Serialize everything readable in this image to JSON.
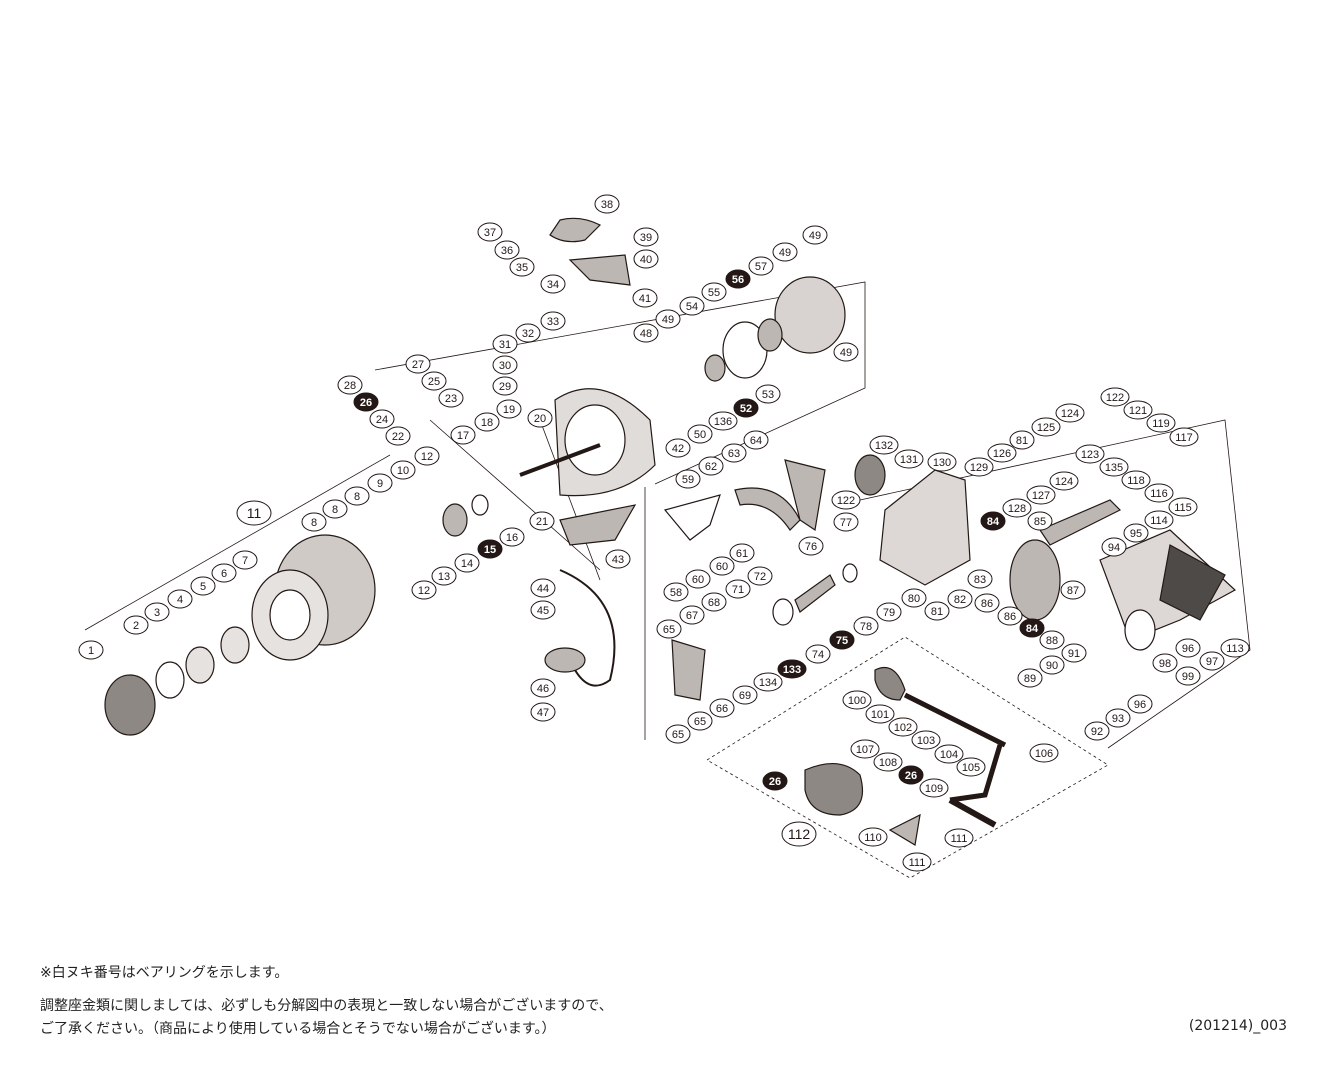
{
  "diagram": {
    "title": "Exploded parts diagram",
    "callouts": [
      {
        "n": "38"
      },
      {
        "n": "37"
      },
      {
        "n": "36"
      },
      {
        "n": "35"
      },
      {
        "n": "39"
      },
      {
        "n": "40"
      },
      {
        "n": "34"
      },
      {
        "n": "41"
      },
      {
        "n": "33"
      },
      {
        "n": "32"
      },
      {
        "n": "48"
      },
      {
        "n": "31"
      },
      {
        "n": "30"
      },
      {
        "n": "29"
      },
      {
        "n": "49"
      },
      {
        "n": "54"
      },
      {
        "n": "55"
      },
      {
        "n": "56",
        "filled": true
      },
      {
        "n": "57"
      },
      {
        "n": "49"
      },
      {
        "n": "49"
      },
      {
        "n": "49"
      },
      {
        "n": "27"
      },
      {
        "n": "28"
      },
      {
        "n": "25"
      },
      {
        "n": "26",
        "filled": true
      },
      {
        "n": "23"
      },
      {
        "n": "24"
      },
      {
        "n": "22"
      },
      {
        "n": "19"
      },
      {
        "n": "18"
      },
      {
        "n": "20"
      },
      {
        "n": "17"
      },
      {
        "n": "53"
      },
      {
        "n": "52",
        "filled": true
      },
      {
        "n": "136"
      },
      {
        "n": "50"
      },
      {
        "n": "42"
      },
      {
        "n": "12"
      },
      {
        "n": "10"
      },
      {
        "n": "9"
      },
      {
        "n": "8"
      },
      {
        "n": "8"
      },
      {
        "n": "8"
      },
      {
        "n": "11",
        "big": true
      },
      {
        "n": "21"
      },
      {
        "n": "16"
      },
      {
        "n": "15",
        "filled": true
      },
      {
        "n": "14"
      },
      {
        "n": "13"
      },
      {
        "n": "12"
      },
      {
        "n": "43"
      },
      {
        "n": "7"
      },
      {
        "n": "6"
      },
      {
        "n": "5"
      },
      {
        "n": "4"
      },
      {
        "n": "3"
      },
      {
        "n": "2"
      },
      {
        "n": "1"
      },
      {
        "n": "44"
      },
      {
        "n": "45"
      },
      {
        "n": "46"
      },
      {
        "n": "47"
      },
      {
        "n": "64"
      },
      {
        "n": "63"
      },
      {
        "n": "62"
      },
      {
        "n": "59"
      },
      {
        "n": "60"
      },
      {
        "n": "60"
      },
      {
        "n": "61"
      },
      {
        "n": "58"
      },
      {
        "n": "132"
      },
      {
        "n": "131"
      },
      {
        "n": "130"
      },
      {
        "n": "122"
      },
      {
        "n": "77"
      },
      {
        "n": "76"
      },
      {
        "n": "68"
      },
      {
        "n": "71"
      },
      {
        "n": "72"
      },
      {
        "n": "67"
      },
      {
        "n": "65"
      },
      {
        "n": "69"
      },
      {
        "n": "66"
      },
      {
        "n": "65"
      },
      {
        "n": "65"
      },
      {
        "n": "134"
      },
      {
        "n": "133",
        "filled": true
      },
      {
        "n": "74"
      },
      {
        "n": "75",
        "filled": true
      },
      {
        "n": "78"
      },
      {
        "n": "79"
      },
      {
        "n": "80"
      },
      {
        "n": "81"
      },
      {
        "n": "82"
      },
      {
        "n": "83"
      },
      {
        "n": "84",
        "filled": true
      },
      {
        "n": "86"
      },
      {
        "n": "86"
      },
      {
        "n": "84",
        "filled": true
      },
      {
        "n": "85"
      },
      {
        "n": "128"
      },
      {
        "n": "127"
      },
      {
        "n": "126"
      },
      {
        "n": "129"
      },
      {
        "n": "81"
      },
      {
        "n": "125"
      },
      {
        "n": "124"
      },
      {
        "n": "124"
      },
      {
        "n": "122"
      },
      {
        "n": "121"
      },
      {
        "n": "119"
      },
      {
        "n": "117"
      },
      {
        "n": "123"
      },
      {
        "n": "135"
      },
      {
        "n": "118"
      },
      {
        "n": "116"
      },
      {
        "n": "115"
      },
      {
        "n": "114"
      },
      {
        "n": "95"
      },
      {
        "n": "94"
      },
      {
        "n": "87"
      },
      {
        "n": "88"
      },
      {
        "n": "91"
      },
      {
        "n": "90"
      },
      {
        "n": "89"
      },
      {
        "n": "96"
      },
      {
        "n": "97"
      },
      {
        "n": "113"
      },
      {
        "n": "98"
      },
      {
        "n": "99"
      },
      {
        "n": "96"
      },
      {
        "n": "93"
      },
      {
        "n": "92"
      },
      {
        "n": "100"
      },
      {
        "n": "101"
      },
      {
        "n": "102"
      },
      {
        "n": "103"
      },
      {
        "n": "104"
      },
      {
        "n": "105"
      },
      {
        "n": "106"
      },
      {
        "n": "107"
      },
      {
        "n": "108"
      },
      {
        "n": "26",
        "filled": true
      },
      {
        "n": "26",
        "filled": true
      },
      {
        "n": "109"
      },
      {
        "n": "112",
        "big": true
      },
      {
        "n": "110"
      },
      {
        "n": "111"
      },
      {
        "n": "111"
      }
    ]
  },
  "notes": {
    "bearing_note": "※白ヌキ番号はベアリングを示します。",
    "line1": "調整座金類に関しましては、必ずしも分解図中の表現と一致しない場合がございますので、",
    "line2": "ご了承ください。（商品により使用している場合とそうでない場合がございます。）",
    "code": "(201214)_003"
  },
  "colors": {
    "ink": "#231815",
    "part": "#b9b4b0",
    "filled": "#231815"
  }
}
